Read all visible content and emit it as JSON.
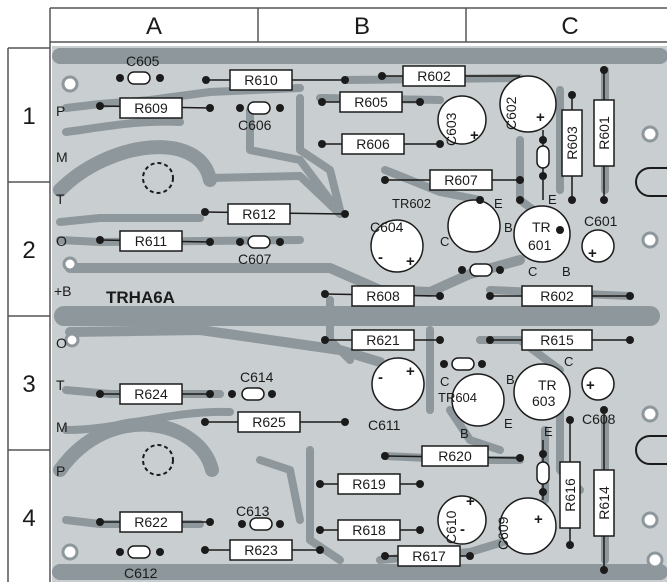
{
  "grid": {
    "columns": [
      "A",
      "B",
      "C"
    ],
    "rows": [
      "1",
      "2",
      "3",
      "4"
    ]
  },
  "board_label": "TRHA6A",
  "edge_terminals": [
    "P",
    "M",
    "T",
    "O",
    "+B",
    "O",
    "T",
    "M",
    "P"
  ],
  "resistors": [
    "R610",
    "R609",
    "R602",
    "R605",
    "R606",
    "R607",
    "R603",
    "R601",
    "R612",
    "R611",
    "R608",
    "R602",
    "R621",
    "R615",
    "R624",
    "R625",
    "R620",
    "R619",
    "R618",
    "R617",
    "R622",
    "R623",
    "R616",
    "R614"
  ],
  "capacitors": [
    "C605",
    "C606",
    "C603",
    "C602",
    "C604",
    "C607",
    "C601",
    "C611",
    "C614",
    "C608",
    "C610",
    "C609",
    "C613",
    "C612"
  ],
  "transistors": [
    {
      "name": "TR602",
      "pins": [
        "E",
        "B",
        "C"
      ]
    },
    {
      "name": "TR 601",
      "pins": [
        "E",
        "B",
        "C"
      ]
    },
    {
      "name": "TR604",
      "pins": [
        "C",
        "B",
        "E"
      ]
    },
    {
      "name": "TR 603",
      "pins": [
        "B",
        "C",
        "E"
      ]
    }
  ],
  "polarity_marks": [
    "+",
    "-"
  ],
  "colors": {
    "board": "#c9ced0",
    "trace": "#8e979b",
    "ink": "#1b1b1b",
    "frame": "#555555",
    "background": "#ffffff"
  }
}
